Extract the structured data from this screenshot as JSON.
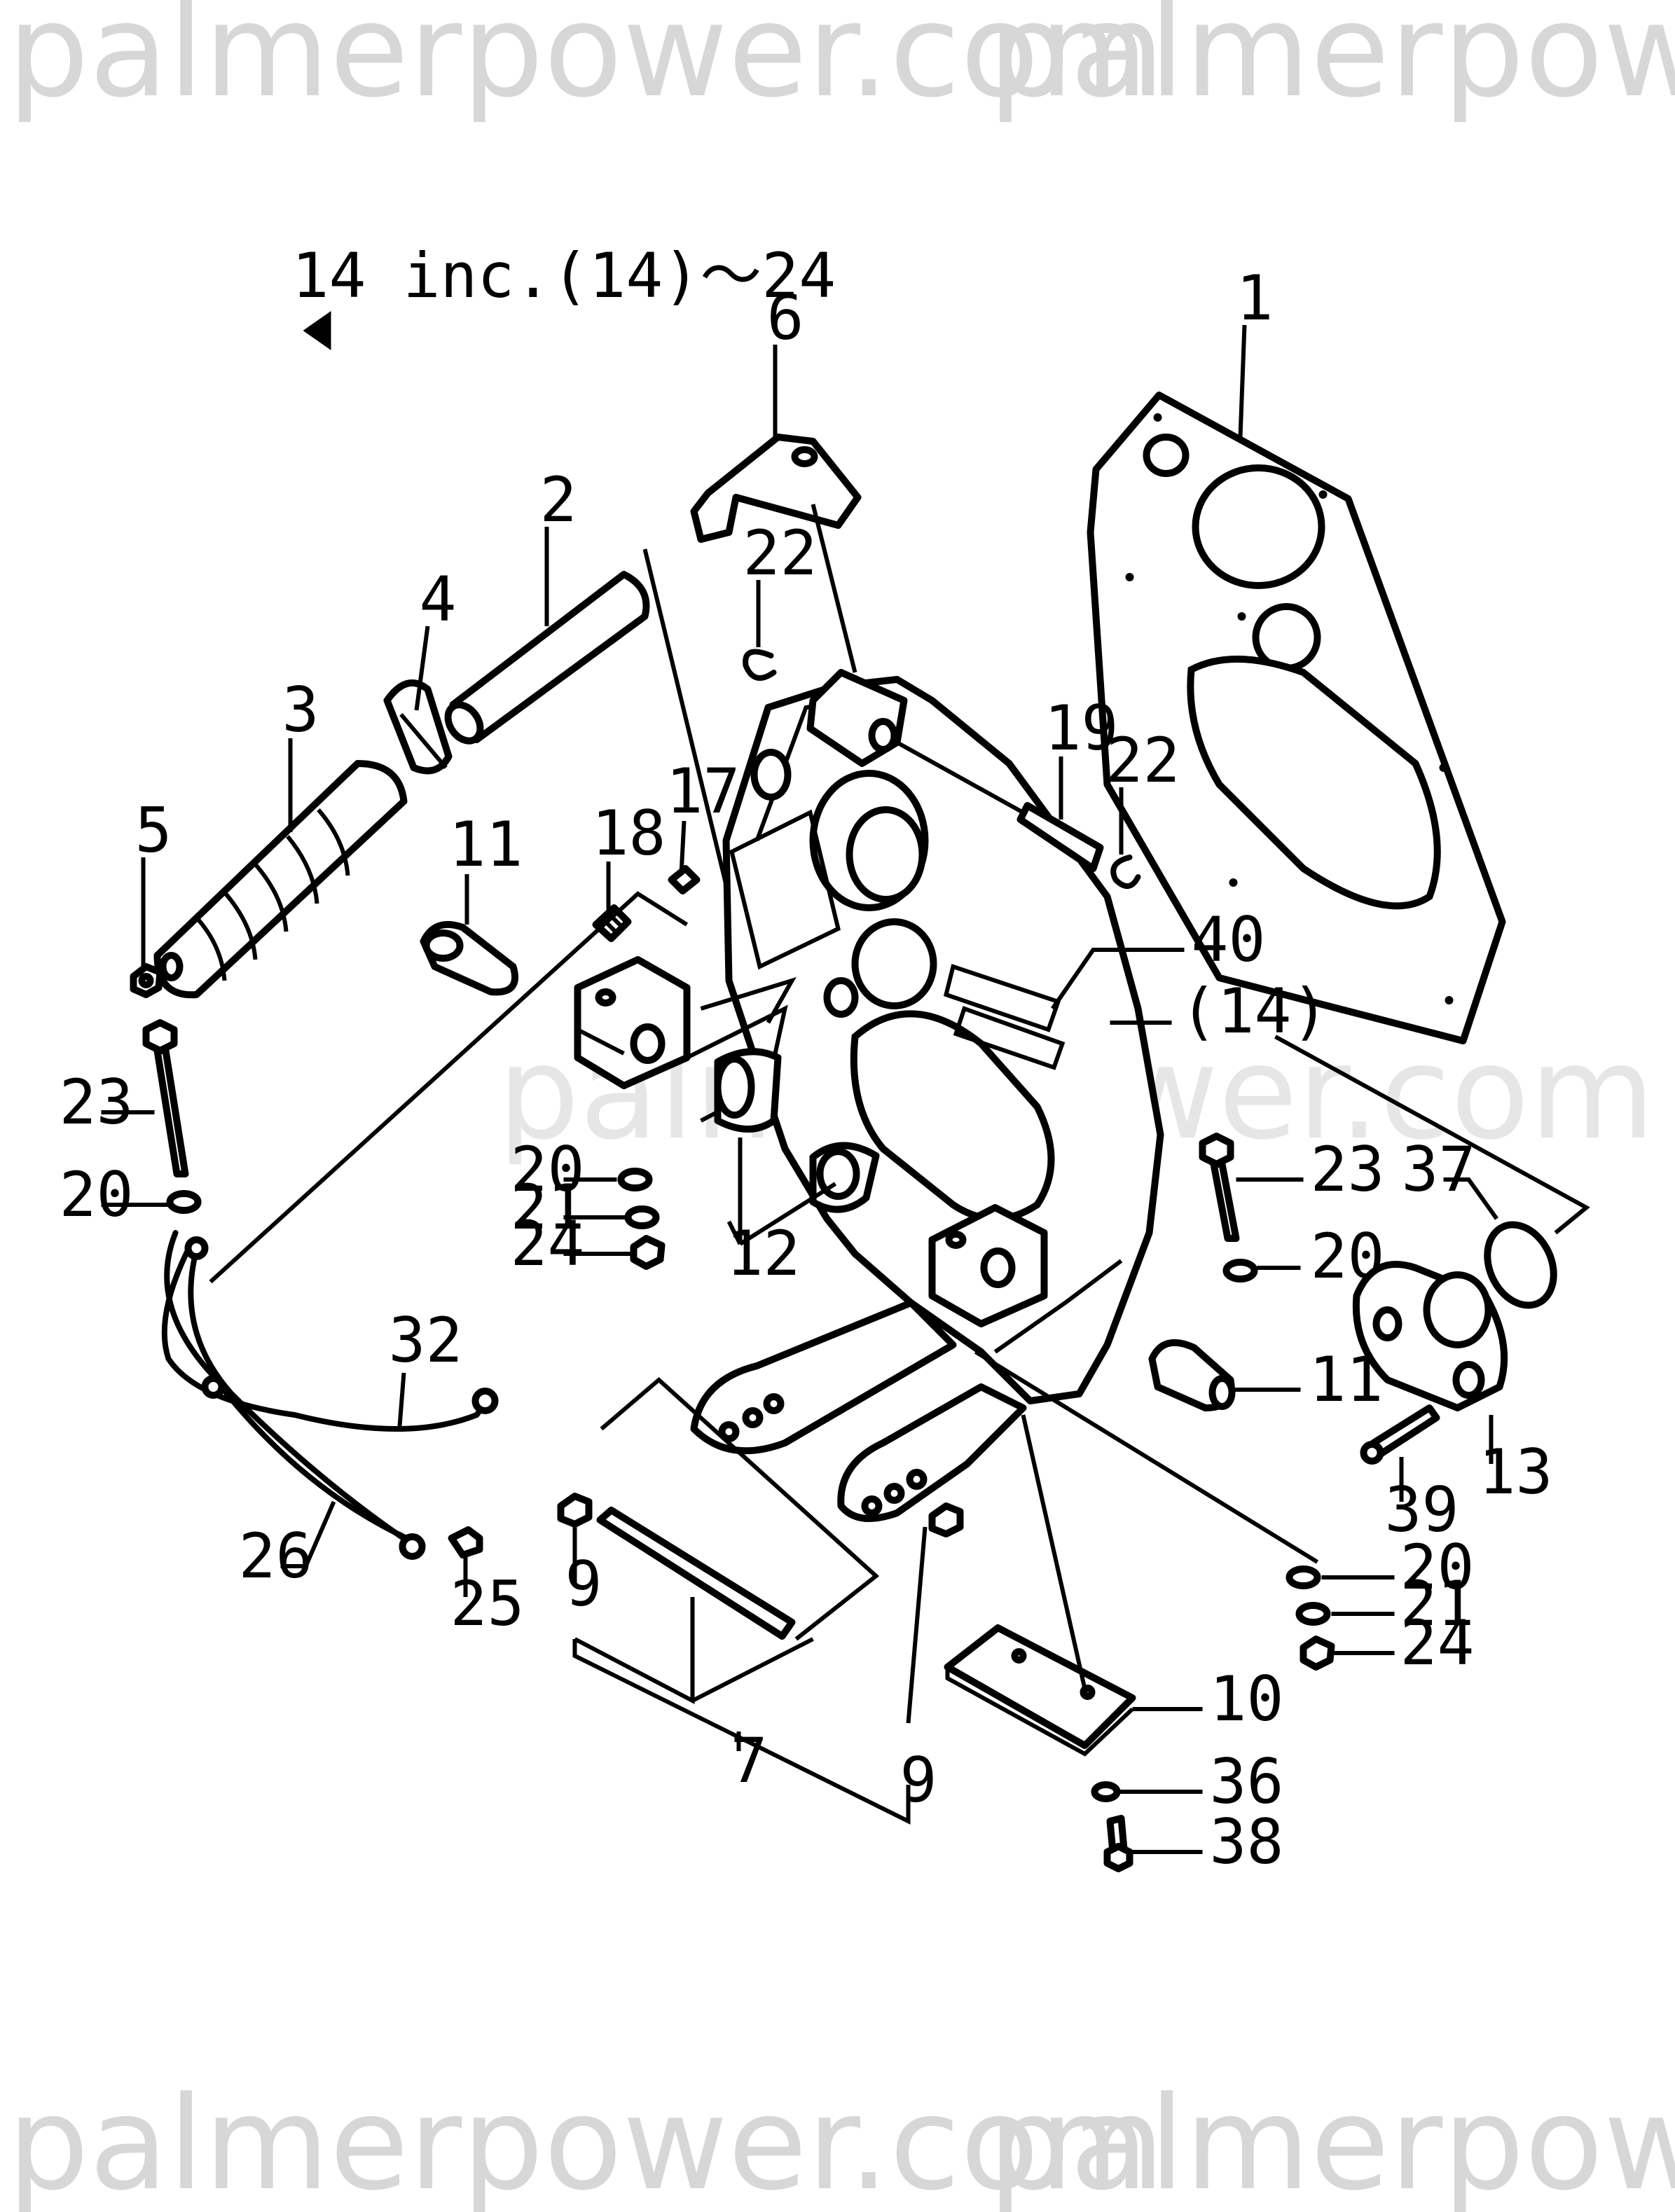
{
  "watermark": "palmerpower.com",
  "assembly_note": "14 inc.(14)～24",
  "callouts": [
    {
      "id": "c1",
      "text": "1"
    },
    {
      "id": "c2",
      "text": "2"
    },
    {
      "id": "c3",
      "text": "3"
    },
    {
      "id": "c4",
      "text": "4"
    },
    {
      "id": "c5",
      "text": "5"
    },
    {
      "id": "c6",
      "text": "6"
    },
    {
      "id": "c7",
      "text": "7"
    },
    {
      "id": "c9a",
      "text": "9"
    },
    {
      "id": "c9b",
      "text": "9"
    },
    {
      "id": "c10",
      "text": "10"
    },
    {
      "id": "c11a",
      "text": "11"
    },
    {
      "id": "c11b",
      "text": "11"
    },
    {
      "id": "c12",
      "text": "12"
    },
    {
      "id": "c13",
      "text": "13"
    },
    {
      "id": "c14",
      "text": "(14)"
    },
    {
      "id": "c17",
      "text": "17"
    },
    {
      "id": "c18",
      "text": "18"
    },
    {
      "id": "c19",
      "text": "19"
    },
    {
      "id": "c20a",
      "text": "20"
    },
    {
      "id": "c20b",
      "text": "20"
    },
    {
      "id": "c20c",
      "text": "20"
    },
    {
      "id": "c20d",
      "text": "20"
    },
    {
      "id": "c21a",
      "text": "21"
    },
    {
      "id": "c21b",
      "text": "21"
    },
    {
      "id": "c22a",
      "text": "22"
    },
    {
      "id": "c22b",
      "text": "22"
    },
    {
      "id": "c23a",
      "text": "23"
    },
    {
      "id": "c23b",
      "text": "23"
    },
    {
      "id": "c24a",
      "text": "24"
    },
    {
      "id": "c24b",
      "text": "24"
    },
    {
      "id": "c25",
      "text": "25"
    },
    {
      "id": "c26",
      "text": "26"
    },
    {
      "id": "c32",
      "text": "32"
    },
    {
      "id": "c36",
      "text": "36"
    },
    {
      "id": "c37",
      "text": "37"
    },
    {
      "id": "c38",
      "text": "38"
    },
    {
      "id": "c39",
      "text": "39"
    },
    {
      "id": "c40",
      "text": "40"
    }
  ]
}
